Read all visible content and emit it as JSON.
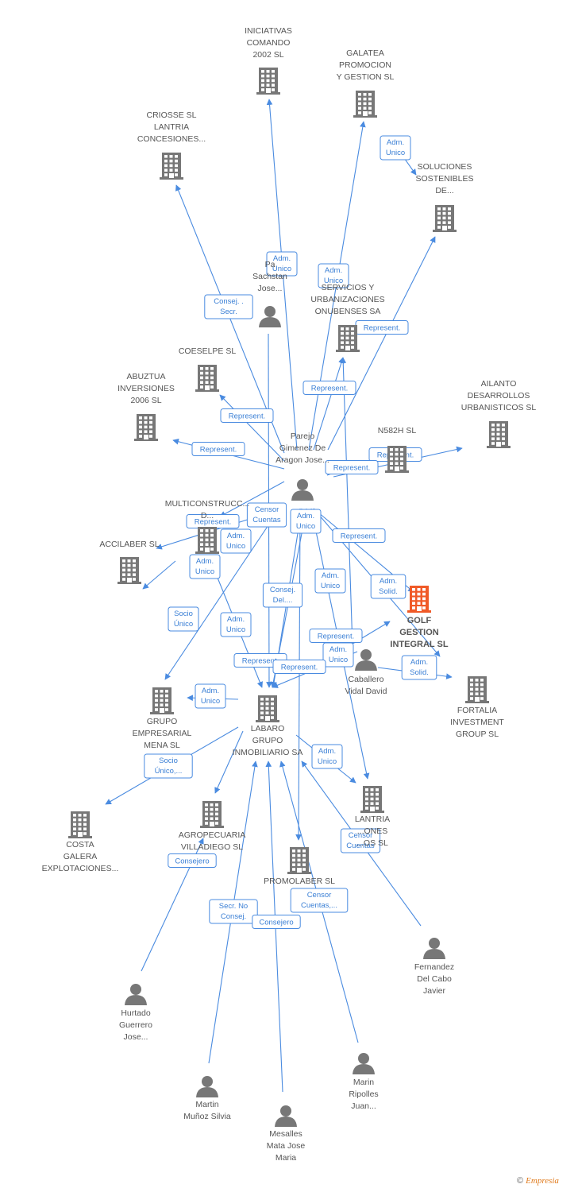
{
  "colors": {
    "edge": "#4a8be0",
    "node": "#777777",
    "focus": "#f05a28",
    "label": "#555555"
  },
  "nodes": [
    {
      "id": "iniciativas",
      "type": "company",
      "label": [
        "INICIATIVAS",
        "COMANDO",
        "2002  SL"
      ]
    },
    {
      "id": "galatea",
      "type": "company",
      "label": [
        "GALATEA",
        "PROMOCION",
        "Y GESTION  SL"
      ]
    },
    {
      "id": "criosse",
      "type": "company",
      "label": [
        "CRIOSSE SL",
        "LANTRIA",
        "CONCESIONES..."
      ]
    },
    {
      "id": "soluciones",
      "type": "company",
      "label": [
        "SOLUCIONES",
        "SOSTENIBLES",
        "DE..."
      ]
    },
    {
      "id": "pa",
      "type": "person",
      "label": [
        "Pa",
        "Sachstan",
        "Jose..."
      ]
    },
    {
      "id": "servicios",
      "type": "company",
      "label": [
        "SERVICIOS Y",
        "URBANIZACIONES",
        "ONUBENSES SA"
      ]
    },
    {
      "id": "coeselpe",
      "type": "company",
      "label": [
        "COESELPE SL"
      ]
    },
    {
      "id": "abuztua",
      "type": "company",
      "label": [
        "ABUZTUA",
        "INVERSIONES",
        "2006 SL"
      ]
    },
    {
      "id": "ailanto",
      "type": "company",
      "label": [
        "AILANTO",
        "DESARROLLOS",
        "URBANISTICOS SL"
      ]
    },
    {
      "id": "n582h",
      "type": "company",
      "label": [
        "N582H SL"
      ]
    },
    {
      "id": "parejo",
      "type": "person",
      "label": [
        "Parejo",
        "Gimenez De",
        "Aragon Jose..."
      ]
    },
    {
      "id": "multi",
      "type": "company",
      "label": [
        "MULTICONSTRUCC...",
        "D..."
      ]
    },
    {
      "id": "accilaber",
      "type": "company",
      "label": [
        "ACCILABER SL"
      ]
    },
    {
      "id": "golf",
      "type": "company",
      "focus": true,
      "label": [
        "GOLF",
        "GESTION",
        "INTEGRAL SL"
      ]
    },
    {
      "id": "caballero",
      "type": "person",
      "label": [
        "Caballero",
        "Vidal David"
      ]
    },
    {
      "id": "fortalia",
      "type": "company",
      "label": [
        "FORTALIA",
        "INVESTMENT",
        "GROUP SL"
      ]
    },
    {
      "id": "grupo_mena",
      "type": "company",
      "label": [
        "GRUPO",
        "EMPRESARIAL",
        "MENA SL"
      ]
    },
    {
      "id": "labaro",
      "type": "company",
      "label": [
        "LABARO",
        "GRUPO",
        "INMOBILIARIO SA"
      ]
    },
    {
      "id": "lantria",
      "type": "company",
      "label": [
        "LANTRIA",
        "...ONES",
        "...OS SL"
      ]
    },
    {
      "id": "costa",
      "type": "company",
      "label": [
        "COSTA",
        "GALERA",
        "EXPLOTACIONES..."
      ]
    },
    {
      "id": "agro",
      "type": "company",
      "label": [
        "AGROPECUARIA",
        "VILLADIEGO SL"
      ]
    },
    {
      "id": "promolaber",
      "type": "company",
      "label": [
        "PROMOLABER SL"
      ]
    },
    {
      "id": "fernandez",
      "type": "person",
      "label": [
        "Fernandez",
        "Del Cabo",
        "Javier"
      ]
    },
    {
      "id": "hurtado",
      "type": "person",
      "label": [
        "Hurtado",
        "Guerrero",
        "Jose..."
      ]
    },
    {
      "id": "marin",
      "type": "person",
      "label": [
        "Marin",
        "Ripolles",
        "Juan..."
      ]
    },
    {
      "id": "martin",
      "type": "person",
      "label": [
        "Martin",
        "Muñoz Silvia"
      ]
    },
    {
      "id": "mesalles",
      "type": "person",
      "label": [
        "Mesalles",
        "Mata Jose",
        "Maria"
      ]
    }
  ],
  "edges": [
    {
      "from": "parejo",
      "to": "iniciativas",
      "label": [
        "Adm.",
        "Unico"
      ]
    },
    {
      "from": "parejo",
      "to": "galatea",
      "label": [
        "Adm.",
        "Unico"
      ]
    },
    {
      "from": "galatea",
      "to": "soluciones",
      "label": [
        "Adm.",
        "Unico"
      ]
    },
    {
      "from": "parejo",
      "to": "criosse",
      "label": [
        "Consej. .",
        "Secr."
      ]
    },
    {
      "from": "parejo",
      "to": "soluciones",
      "label": [
        "Represent."
      ]
    },
    {
      "from": "parejo",
      "to": "servicios",
      "label": [
        "Represent."
      ]
    },
    {
      "from": "parejo",
      "to": "coeselpe",
      "label": [
        "Represent."
      ]
    },
    {
      "from": "parejo",
      "to": "abuztua",
      "label": [
        "Represent."
      ]
    },
    {
      "from": "parejo",
      "to": "ailanto",
      "label": [
        "Represent."
      ]
    },
    {
      "from": "parejo",
      "to": "n582h",
      "label": [
        "Represent."
      ]
    },
    {
      "from": "parejo",
      "to": "multi",
      "label": [
        "Represent."
      ]
    },
    {
      "from": "parejo",
      "to": "labaro",
      "label": [
        "Censor",
        "Cuentas"
      ]
    },
    {
      "from": "parejo",
      "to": "labaro",
      "label": [
        "Adm.",
        "Unico"
      ]
    },
    {
      "from": "parejo",
      "to": "golf",
      "label": [
        "Represent."
      ]
    },
    {
      "from": "parejo",
      "to": "lantria",
      "label": [
        "Adm.",
        "Unico"
      ]
    },
    {
      "from": "parejo",
      "to": "fortalia",
      "label": [
        "Adm.",
        "Solid."
      ]
    },
    {
      "from": "parejo",
      "to": "accilaber",
      "label": [
        "Adm.",
        "Unico"
      ]
    },
    {
      "from": "parejo",
      "to": "grupo_mena",
      "label": [
        "Adm.",
        "Unico"
      ]
    },
    {
      "from": "parejo",
      "to": "promolaber",
      "label": [
        "Consej.",
        "Del...."
      ]
    },
    {
      "from": "pa",
      "to": "labaro",
      "label": [
        "Represent."
      ]
    },
    {
      "from": "caballero",
      "to": "golf",
      "label": [
        "Represent."
      ]
    },
    {
      "from": "caballero",
      "to": "fortalia",
      "label": [
        "Adm.",
        "Solid."
      ]
    },
    {
      "from": "caballero",
      "to": "labaro",
      "label": [
        "Adm.",
        "Unico"
      ]
    },
    {
      "from": "caballero",
      "to": "servicios",
      "label": [
        "Represent."
      ]
    },
    {
      "from": "multi",
      "to": "accilaber",
      "label": [
        "Socio",
        "Único"
      ]
    },
    {
      "from": "multi",
      "to": "labaro",
      "label": [
        "Adm.",
        "Unico"
      ]
    },
    {
      "from": "labaro",
      "to": "grupo_mena",
      "label": [
        "Adm.",
        "Unico"
      ]
    },
    {
      "from": "labaro",
      "to": "costa",
      "label": [
        "Socio",
        "Único,..."
      ]
    },
    {
      "from": "labaro",
      "to": "agro",
      "label": [
        "Adm.",
        "Unico"
      ]
    },
    {
      "from": "labaro",
      "to": "lantria",
      "label": [
        "Adm.",
        "Unico"
      ]
    },
    {
      "from": "hurtado",
      "to": "agro",
      "label": [
        "Consejero"
      ]
    },
    {
      "from": "martin",
      "to": "labaro",
      "label": [
        "Secr.  No",
        "Consej."
      ]
    },
    {
      "from": "mesalles",
      "to": "labaro",
      "label": [
        "Consejero"
      ]
    },
    {
      "from": "marin",
      "to": "labaro",
      "label": [
        "Censor",
        "Cuentas,..."
      ]
    },
    {
      "from": "fernandez",
      "to": "labaro",
      "label": [
        "Censor",
        "Cuentas"
      ]
    }
  ],
  "footer": {
    "copyright": "©",
    "brand": "Empresia"
  }
}
